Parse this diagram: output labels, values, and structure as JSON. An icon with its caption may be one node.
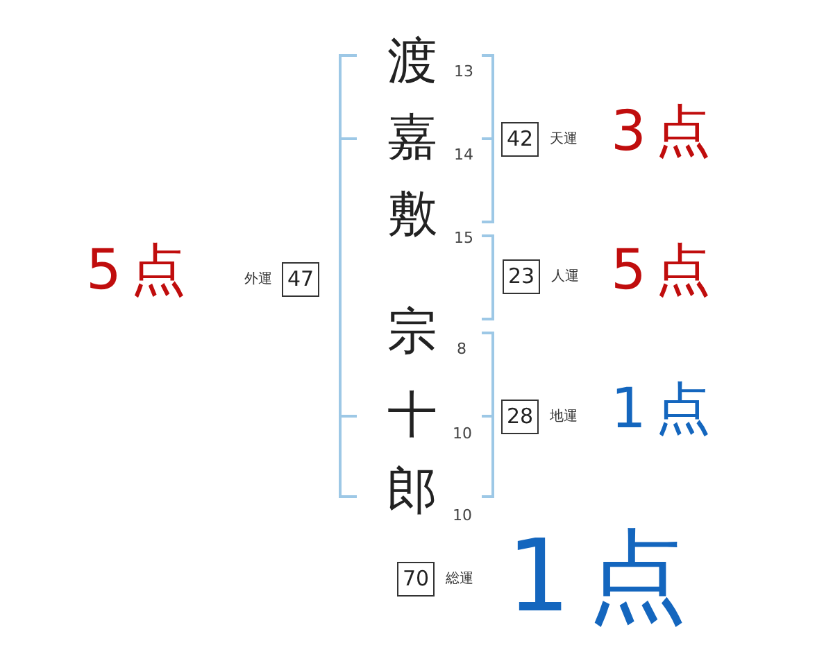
{
  "diagram": {
    "nodes": [
      {
        "text": [
          "42"
        ],
        "beside": [
          "天運"
        ]
      },
      {
        "text": [
          "47"
        ],
        "beside": [
          "外運"
        ]
      },
      {
        "text": [
          "23"
        ],
        "beside": [
          "人運"
        ]
      },
      {
        "text": [
          "28"
        ],
        "beside": [
          "地運"
        ]
      },
      {
        "text": [
          "70"
        ],
        "beside": [
          "総運"
        ]
      }
    ],
    "labels": [
      "渡",
      "13",
      "嘉",
      "14",
      "敷",
      "15",
      "宗",
      "8",
      "十",
      "10",
      "郎",
      "10",
      "3点",
      "5点",
      "5点",
      "1点",
      "1点"
    ]
  }
}
